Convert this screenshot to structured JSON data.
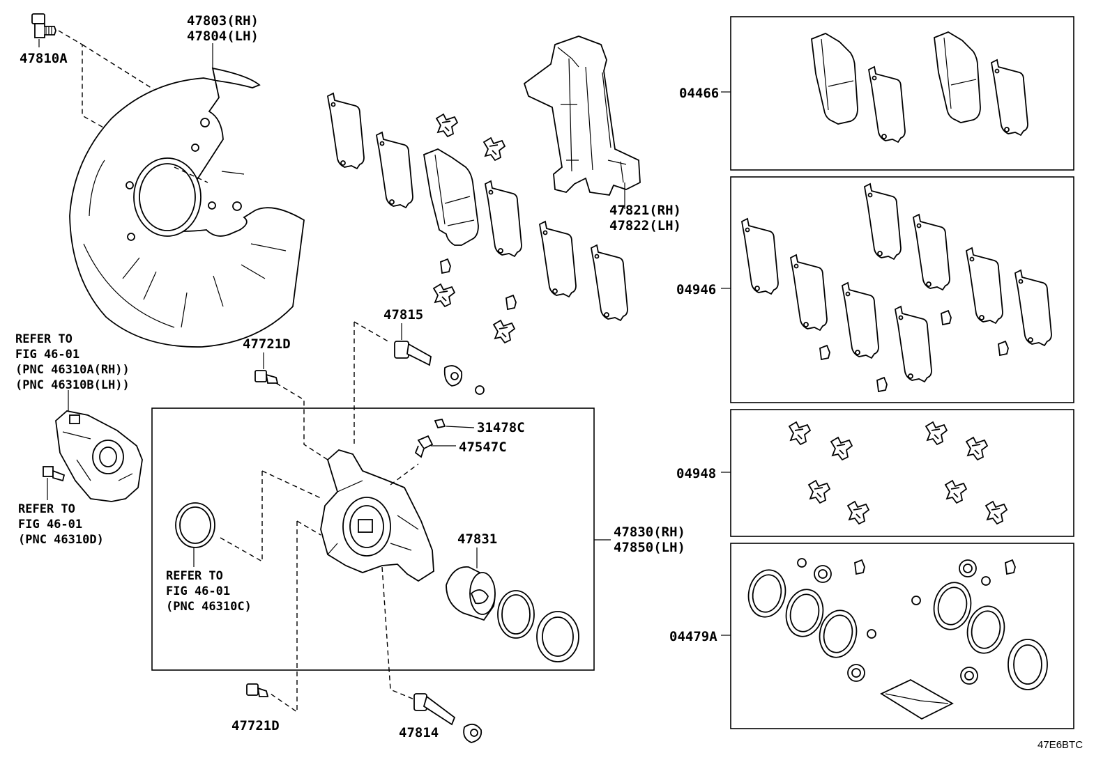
{
  "labels": {
    "p47810A": "47810A",
    "p47803": "47803(RH)",
    "p47804": "47804(LH)",
    "p47821": "47821(RH)",
    "p47822": "47822(LH)",
    "p47815": "47815",
    "p47721D_top": "47721D",
    "p47721D_bot": "47721D",
    "p31478C": "31478C",
    "p47547C": "47547C",
    "p47830": "47830(RH)",
    "p47850": "47850(LH)",
    "p47831": "47831",
    "p47814": "47814",
    "p04466": "04466",
    "p04946": "04946",
    "p04948": "04948",
    "p04479A": "04479A"
  },
  "refs": {
    "a1": "REFER TO",
    "a2": "FIG 46-01",
    "a3": "(PNC 46310A(RH))",
    "a4": "(PNC 46310B(LH))",
    "b1": "REFER TO",
    "b2": "FIG 46-01",
    "b3": "(PNC 46310D)",
    "c1": "REFER TO",
    "c2": "FIG 46-01",
    "c3": "(PNC 46310C)"
  },
  "footer_code": "47E6BTC",
  "colors": {
    "ink": "#000000",
    "paper": "#ffffff"
  }
}
